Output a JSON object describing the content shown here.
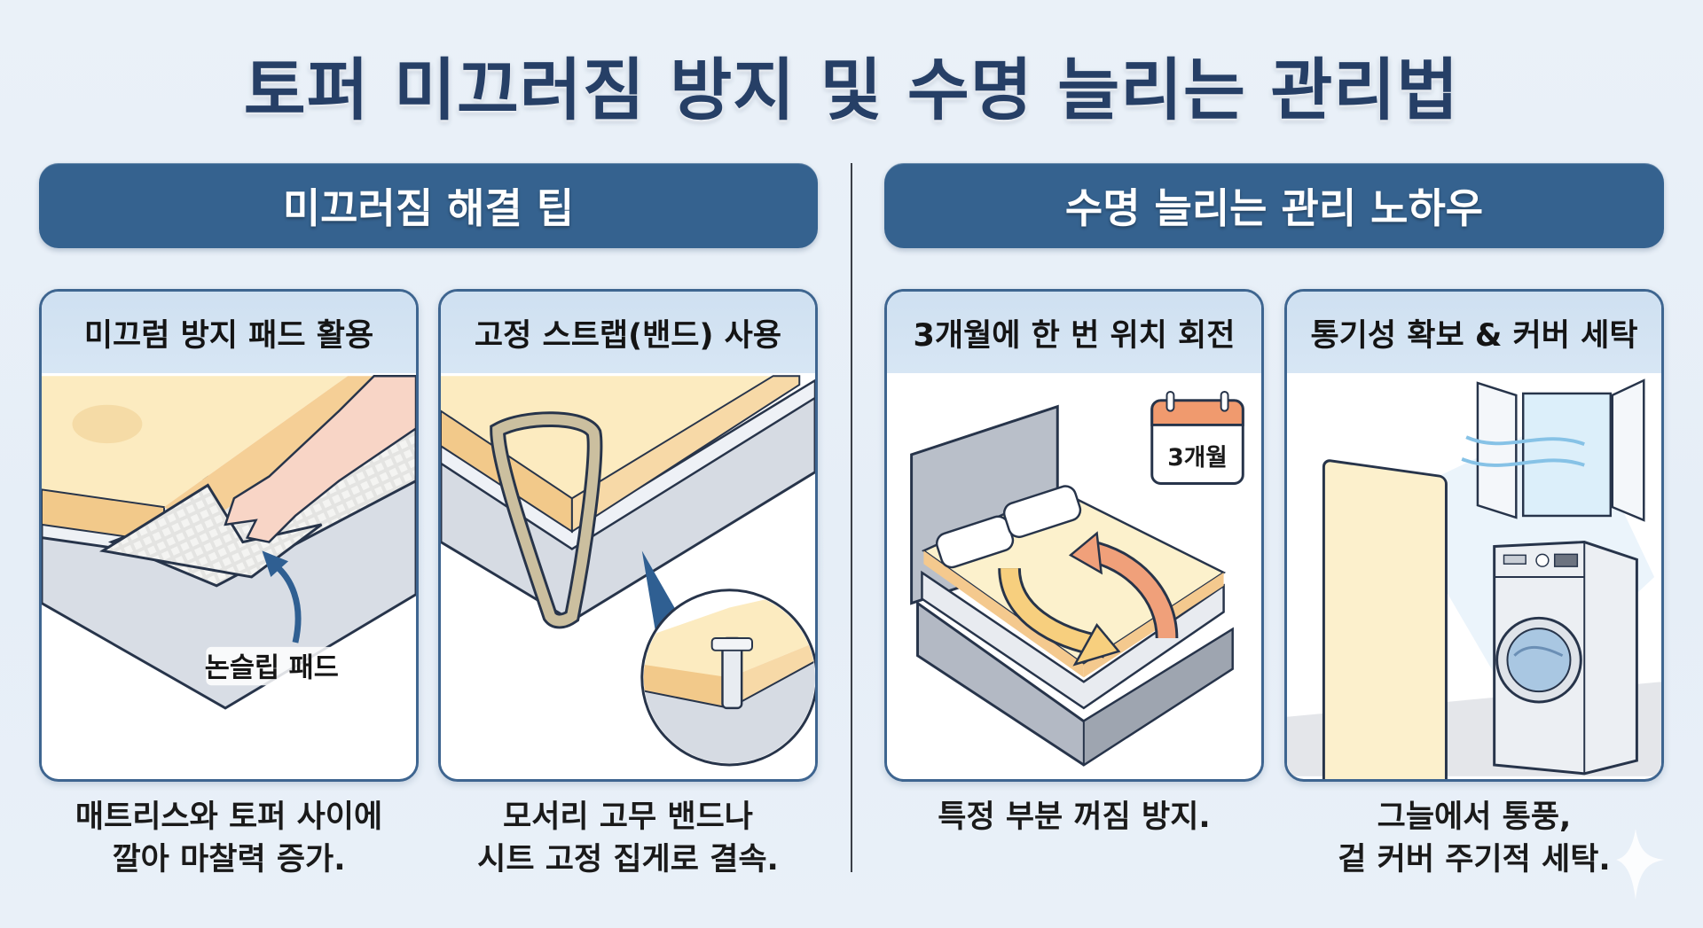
{
  "title": "토퍼 미끄러짐 방지 및 수명 늘리는 관리법",
  "sections": [
    {
      "header": "미끄러짐 해결 팁",
      "cards": [
        {
          "title": "미끄럼 방지 패드 활용",
          "illustration": "topper-lifted-with-nonslip-pad",
          "label": "논슬립 패드",
          "caption_lines": [
            "매트리스와 토퍼 사이에",
            "깔아 마찰력 증가."
          ]
        },
        {
          "title": "고정 스트랩(밴드) 사용",
          "illustration": "corner-strap-and-sheet-clip",
          "caption_lines": [
            "모서리 고무 밴드나",
            "시트 고정 집게로 결속."
          ]
        }
      ]
    },
    {
      "header": "수명 늘리는 관리 노하우",
      "cards": [
        {
          "title": "3개월에 한 번 위치 회전",
          "illustration": "bed-with-rotation-arrows",
          "calendar_label": "3개월",
          "caption_lines": [
            "특정 부분 꺼짐 방지."
          ]
        },
        {
          "title": "통기성 확보 & 커버 세탁",
          "illustration": "topper-window-washing-machine",
          "caption_lines": [
            "그늘에서 통풍,",
            "겉 커버 주기적 세탁."
          ]
        }
      ]
    }
  ],
  "colors": {
    "title": "#263f66",
    "section_header_bg": "#35628f",
    "card_border": "#3e6590",
    "card_head_bg": "#d2e2f2",
    "topper": "#fbe7b5",
    "topper_edge": "#f2c98a",
    "mattress": "#d9dde4",
    "arrow_orange": "#f0a07a",
    "arrow_yellow": "#f7cf7e",
    "background": "#e8eff7"
  }
}
